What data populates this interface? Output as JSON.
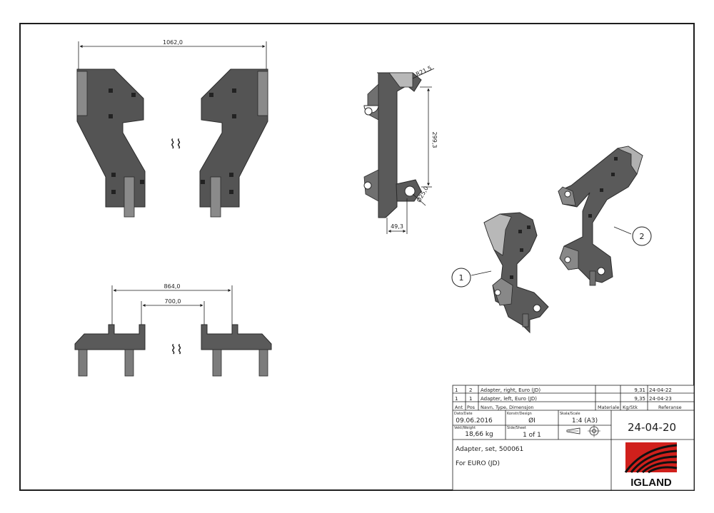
{
  "dimensions": {
    "overall_width": "1062,0",
    "outer_spacing": "864,0",
    "inner_spacing": "700,0",
    "hook_radius": "R21,5",
    "hook_height": "299,3",
    "hole_diameter": "Ø25,0",
    "hole_offset": "49,3"
  },
  "break_symbol": "⌇⌇",
  "balloons": [
    "1",
    "2"
  ],
  "parts_list": [
    {
      "ant": "1",
      "pos": "2",
      "name": "Adapter, right, Euro (JD)",
      "material": "",
      "kg": "9,31",
      "ref": "24-04-22"
    },
    {
      "ant": "1",
      "pos": "1",
      "name": "Adapter, left, Euro (JD)",
      "material": "",
      "kg": "9,35",
      "ref": "24-04-23"
    }
  ],
  "parts_header": {
    "ant": "Ant",
    "pos": "Pos",
    "name": "Navn, Type, Dimensjon",
    "material": "Materiale",
    "kg": "Kg/Stk",
    "ref": "Referanse"
  },
  "title_block": {
    "date_label": "Dato/Date",
    "date": "09.06.2016",
    "design_label": "Konstr/Design",
    "design": "ØI",
    "scale_label": "Skala/Scale",
    "scale": "1:4 (A3)",
    "weight_label": "Vekt/Weight",
    "weight": "18,66 kg",
    "sheet_label": "Side/Sheet",
    "sheet": "1 of 1",
    "drawing_number": "24-04-20",
    "title_line1": "Adapter, set, 500061",
    "title_line2": "For EURO (JD)",
    "company": "IGLAND"
  },
  "colors": {
    "part_fill": "#525252",
    "part_light": "#8a8a8a",
    "line": "#1e1e1e",
    "logo_red": "#d0201c"
  },
  "icons": [
    "projection-symbol-icon",
    "igland-logo-icon"
  ]
}
